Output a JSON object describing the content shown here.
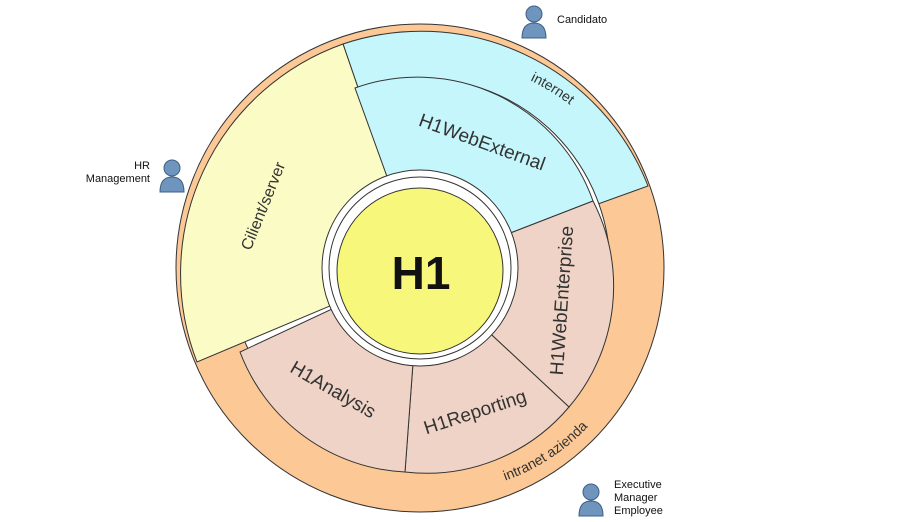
{
  "core": {
    "label": "H1"
  },
  "segments": {
    "client_server": "Cilient/server",
    "web_external": "H1WebExternal",
    "web_enterprise": "H1WebEnterprise",
    "reporting": "H1Reporting",
    "analysis": "H1Analysis"
  },
  "rings": {
    "internet": "internet",
    "intranet": "intranet azienda"
  },
  "actors": {
    "candidato": "Candidato",
    "hr_line1": "HR",
    "hr_line2": "Management",
    "exec_line1": "Executive",
    "exec_line2": "Manager",
    "exec_line3": "Employee"
  },
  "colors": {
    "core": "#f7f77c",
    "client_server": "#fbfbc5",
    "web_external": "#c5f6fb",
    "enterprise_group": "#efd3c6",
    "outer_intranet": "#fbc896",
    "outline": "#333333",
    "actor": "#6f95bf"
  }
}
